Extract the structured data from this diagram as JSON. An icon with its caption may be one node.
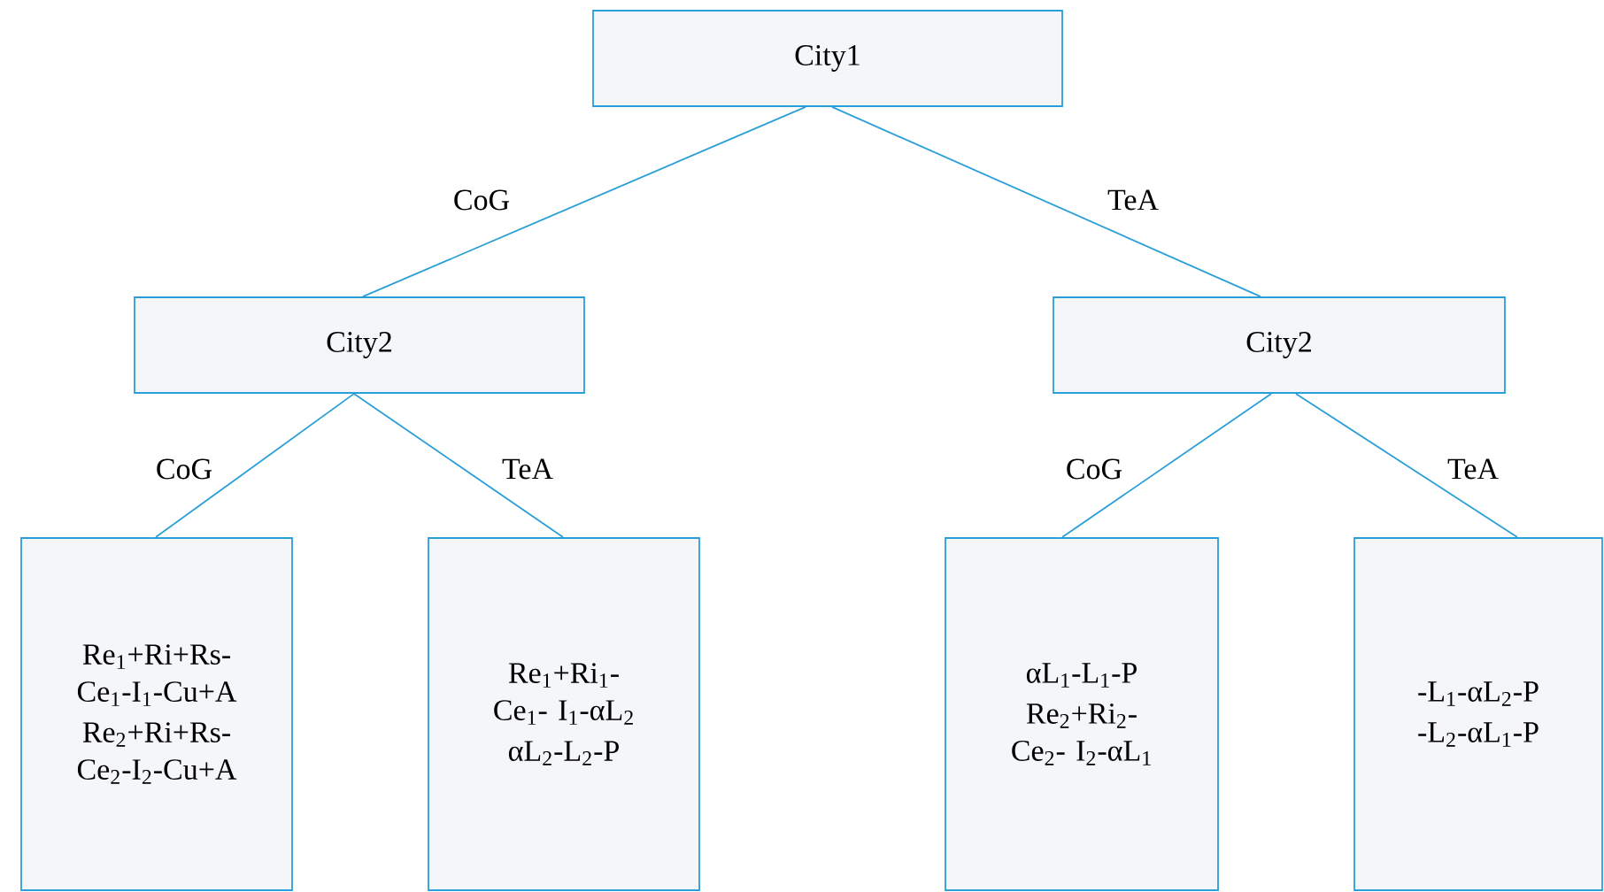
{
  "diagram": {
    "nodes": [
      {
        "text": [
          "City1"
        ]
      },
      {
        "text": [
          "City2"
        ]
      },
      {
        "text": [
          "City2"
        ]
      },
      {
        "text": [
          "Re$_{1}$+Ri+Rs- Ce$_{1}$-I$_{1}$-Cu+A",
          "Re$_{2}$+Ri+Rs- Ce$_{2}$-I$_{2}$-Cu+A"
        ]
      },
      {
        "text": [
          "Re$_{1}$+Ri$_{1}$-Ce$_{1}$- I$_{1}$-αL$_{2}$",
          "αL$_{2}$-L$_{2}$-P"
        ]
      },
      {
        "text": [
          "αL$_{1}$-L$_{1}$-P",
          "Re$_{2}$+Ri$_{2}$-Ce$_{2}$- I$_{2}$-αL$_{1}$"
        ]
      },
      {
        "text": [
          "-L$_{1}$-αL$_{2}$-P",
          "-L$_{2}$-αL$_{1}$-P"
        ]
      }
    ],
    "edges": [
      {
        "from": 0,
        "to": 1,
        "arrow": "none",
        "label": "CoG"
      },
      {
        "from": 0,
        "to": 2,
        "arrow": "none",
        "label": "TeA"
      },
      {
        "from": 1,
        "to": 3,
        "arrow": "none",
        "label": "CoG"
      },
      {
        "from": 1,
        "to": 4,
        "arrow": "none",
        "label": "TeA"
      },
      {
        "from": 2,
        "to": 5,
        "arrow": "none",
        "label": "CoG"
      },
      {
        "from": 2,
        "to": 6,
        "arrow": "none",
        "label": "TeA"
      }
    ]
  }
}
